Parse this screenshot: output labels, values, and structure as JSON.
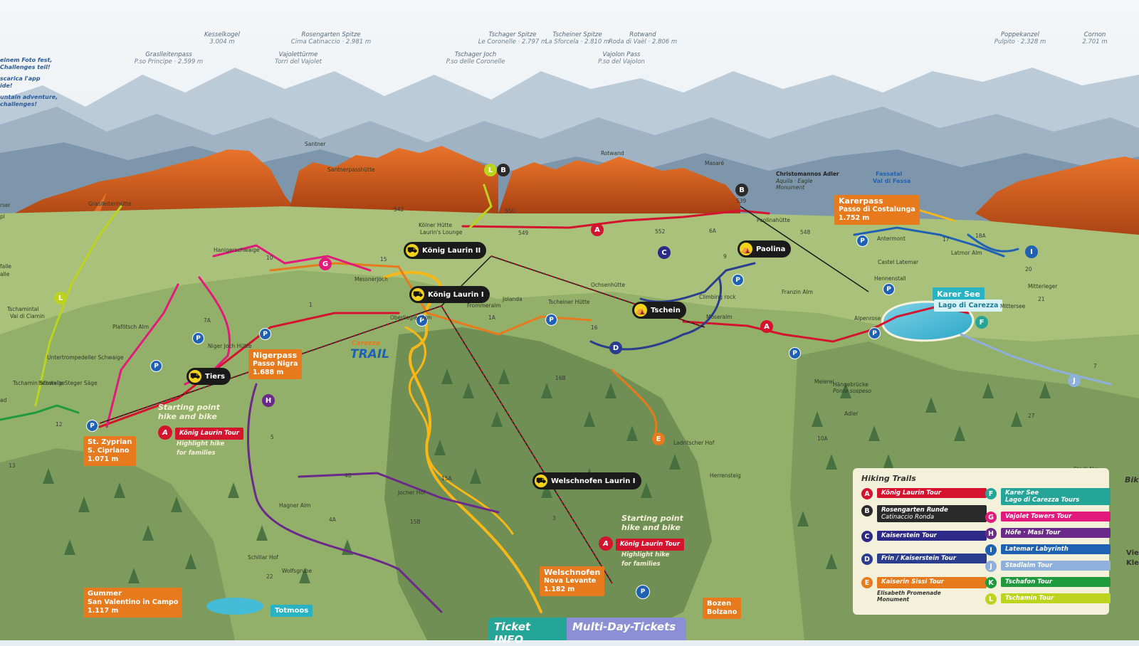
{
  "colors": {
    "A": "#d4132e",
    "B": "#2a2a2a",
    "C": "#2c2a86",
    "D": "#2a3d8f",
    "E": "#e67a1c",
    "F": "#25a597",
    "G": "#e21a7b",
    "H": "#6b2a8a",
    "I": "#1f62b4",
    "J": "#8fb0dc",
    "K": "#1f9a3d",
    "L": "#bcd41e"
  },
  "left_info": [
    "einem Foto fest,",
    "Challenges teil!",
    "scarica l'app",
    "ide!",
    "untain adventure,",
    "challenges!"
  ],
  "peaks": [
    {
      "name": "Kesselkogel",
      "sub": "3.004 m"
    },
    {
      "name": "Rosengarten Spitze",
      "sub": "Cima Catinaccio · 2.981 m"
    },
    {
      "name": "Graslleitenpass",
      "sub": "P.so Principe · 2.599 m"
    },
    {
      "name": "Vajolettürme",
      "sub": "Torri del Vajolet"
    },
    {
      "name": "Tschager Spitze",
      "sub": "Le Coronelle · 2.797 m"
    },
    {
      "name": "Tscheiner Spitze",
      "sub": "La Sforcela · 2.810 m"
    },
    {
      "name": "Rotwand",
      "sub": "Roda di Vaèl · 2.806 m"
    },
    {
      "name": "Tschager Joch",
      "sub": "P.so delle Coronelle"
    },
    {
      "name": "Vajolon Pass",
      "sub": "P.so del Vajolon"
    },
    {
      "name": "Poppekanzel",
      "sub": "Pulpito · 2.328 m"
    },
    {
      "name": "Cornon",
      "sub": "2.701 m"
    }
  ],
  "passes": {
    "karerpass": {
      "name": "Karerpass",
      "sub": "Passo di Costalunga",
      "alt": "1.752 m"
    },
    "nigerpass": {
      "name": "Nigerpass",
      "sub": "Passo Nigra",
      "alt": "1.688 m"
    },
    "st_zyprian": {
      "name": "St. Zyprian",
      "sub": "S. Cipriano",
      "alt": "1.071 m"
    },
    "welschnofen": {
      "name": "Welschnofen",
      "sub": "Nova Levante",
      "alt": "1.182 m"
    },
    "gummer": {
      "name": "Gummer",
      "sub": "San Valentino in Campo",
      "alt": "1.117 m"
    },
    "bozen": {
      "name": "Bozen",
      "sub": "Bolzano"
    }
  },
  "karersee": {
    "name": "Karer See",
    "sub": "Lago di Carezza"
  },
  "totmoos": "Totmoos",
  "lifts": {
    "koenig_laurin_2": "König Laurin II",
    "koenig_laurin_1": "König Laurin I",
    "tiers": "Tiers",
    "paolina": "Paolina",
    "tschein": "Tschein",
    "welschnofen_laurin": "Welschnofen Laurin I"
  },
  "notes": {
    "start1": {
      "line1": "Starting point",
      "line2": "hike and bike",
      "tour": "König Laurin Tour",
      "h1": "Highlight hike",
      "h2": "for families"
    },
    "start2": {
      "line1": "Starting point",
      "line2": "hike and bike",
      "tour": "König Laurin Tour",
      "h1": "Highlight hike",
      "h2": "for families"
    }
  },
  "places": [
    "Santner",
    "Santnerpasshütte",
    "Rotwand",
    "Masaré",
    "Christomannos Adler",
    "Aquila · Eagle",
    "Monument",
    "Fassatal",
    "Val di Fassa",
    "Graslleitenhütte",
    "Kölner Hütte",
    "Laurin's Lounge",
    "Paolinahütte",
    "Hanigerschwaige",
    "Messnerjoch",
    "Oberliegler Alm",
    "Frommeralm",
    "Jolanda",
    "Tscheiner Hütte",
    "Ochsenhütte",
    "Moseralm",
    "Climbing rock",
    "Franzin Alm",
    "Antermont",
    "Latmor Alm",
    "Castel Latemar",
    "Hennenstall",
    "Mitterleger",
    "Alpenrose",
    "Mittersee",
    "Tschamintal",
    "Val di Ciamin",
    "Plafötsch Alm",
    "Niger Joch Hütte",
    "Untertrompedeller Schwaige",
    "Tschamin Schwaige",
    "Infostelle Steger Säge",
    "Meierei",
    "Hängebrücke",
    "Ponte sospeso",
    "Adler",
    "Ladritscher Hof",
    "Herrensteig",
    "Jocher Hof",
    "Hagner Alm",
    "Schillar Hof",
    "Wolfsgrube",
    "Stadl Alm"
  ],
  "trail_numbers": [
    "542",
    "550",
    "549",
    "552",
    "539",
    "548",
    "15",
    "10",
    "7A",
    "1",
    "1A",
    "16",
    "16B",
    "15A",
    "4B",
    "4A",
    "15B",
    "3",
    "22",
    "5",
    "9",
    "6A",
    "18A",
    "17",
    "21",
    "20",
    "7",
    "27",
    "10A",
    "12",
    "13"
  ],
  "legend": {
    "title": "Hiking Trails",
    "items": [
      {
        "letter": "A",
        "label": "König Laurin Tour",
        "note": ""
      },
      {
        "letter": "B",
        "label": "Rosengarten Runde",
        "label2": "Catinaccio Ronda",
        "note": ""
      },
      {
        "letter": "C",
        "label": "Kaiserstein Tour",
        "note": ""
      },
      {
        "letter": "D",
        "label": "Frin / Kaiserstein Tour",
        "note": ""
      },
      {
        "letter": "E",
        "label": "Kaiserin Sissi Tour",
        "note1": "Elisabeth Promenade",
        "note2": "Monument"
      },
      {
        "letter": "F",
        "label": "Karer See",
        "label2": "Lago di Carezza Tours",
        "note": ""
      },
      {
        "letter": "G",
        "label": "Vajolet Towers Tour",
        "note": ""
      },
      {
        "letter": "H",
        "label": "Höfe · Masi Tour",
        "note": ""
      },
      {
        "letter": "I",
        "label": "Latemar Labyrinth",
        "note": ""
      },
      {
        "letter": "J",
        "label": "Stadlalm Tour",
        "note": ""
      },
      {
        "letter": "K",
        "label": "Tschafon Tour",
        "note": ""
      },
      {
        "letter": "L",
        "label": "Tschamin Tour",
        "note": ""
      }
    ],
    "bike_cut": "Bik",
    "vie": "Vie",
    "kle": "Kle"
  },
  "bottom": {
    "ticket": "Ticket INFO",
    "multi": "Multi-Day-Tickets"
  },
  "carezza_trail": {
    "top": "Carezza",
    "main": "TRAIL"
  },
  "edge": {
    "ser": "rser",
    "pl": "pl",
    "falle": "falle",
    "alle": "alle",
    "ad": "ad"
  }
}
